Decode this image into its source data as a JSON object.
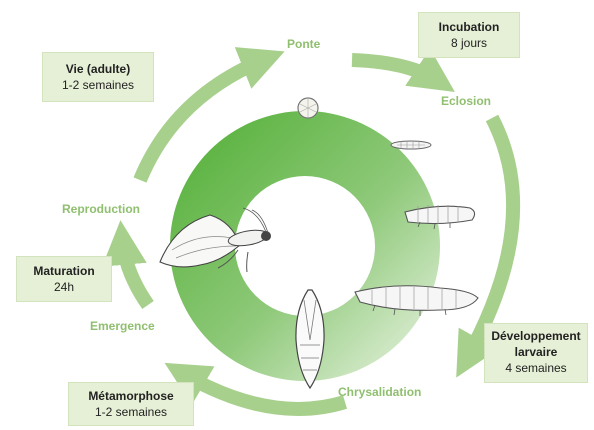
{
  "stages": {
    "ponte": "Ponte",
    "eclosion": "Eclosion",
    "reproduction": "Reproduction",
    "emergence": "Emergence",
    "chrysalidation": "Chrysalidation"
  },
  "boxes": {
    "incubation": {
      "title": "Incubation",
      "sub": "8 jours"
    },
    "vie": {
      "title": "Vie (adulte)",
      "sub": "1-2 semaines"
    },
    "maturation": {
      "title": "Maturation",
      "sub": "24h"
    },
    "developpement": {
      "title1": "Développement",
      "title2": "larvaire",
      "sub": "4 semaines"
    },
    "metamorphose": {
      "title": "Métamorphose",
      "sub": "1-2 semaines"
    }
  },
  "colors": {
    "ring_dark": "#5cb53f",
    "ring_light": "#e8f3df",
    "arrow": "#a8d08d",
    "stage_text": "#8fbf6f",
    "box_bg": "#e6f0d6"
  }
}
